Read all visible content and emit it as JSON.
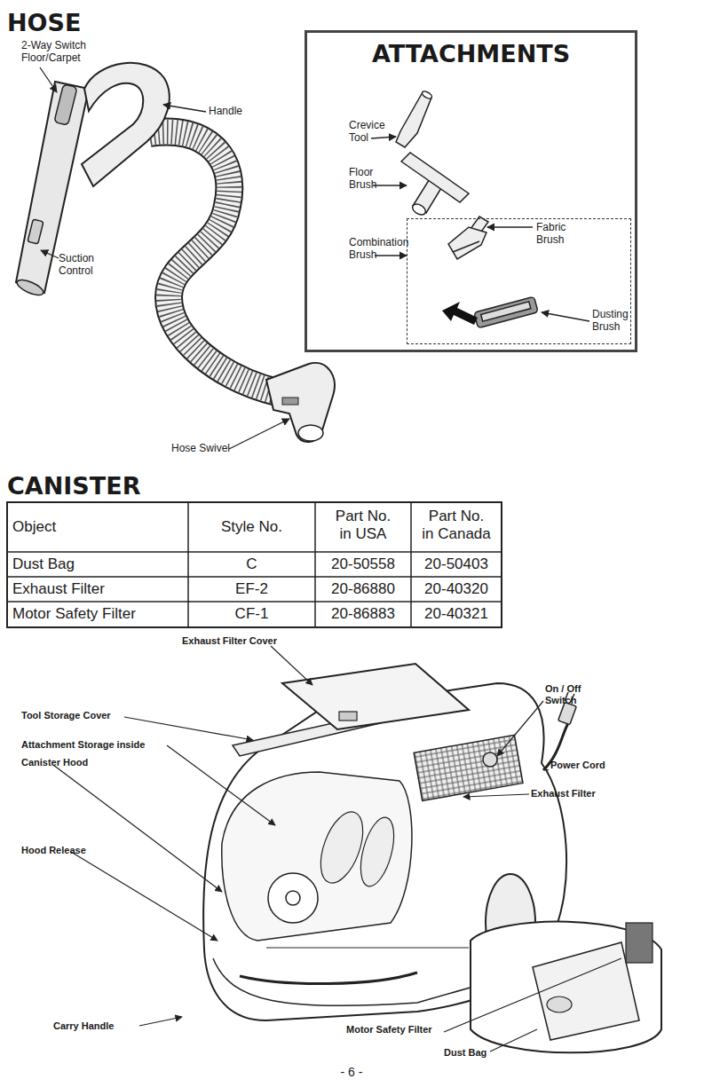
{
  "diagram": {
    "nodes": [
      {
        "text": [
          "ATTACHMENTS",
          "Crevice Tool",
          "Floor Brush",
          "Combination Brush"
        ]
      },
      {
        "text": [
          "Fabric Brush",
          "Dusting Brush"
        ],
        "in": 0
      }
    ],
    "labels": [
      "HOSE",
      "2-Way Switch Floor/Carpet",
      "Handle",
      "Suction Control",
      "Hose Swivel",
      "CANISTER",
      "Object",
      "Style No.",
      "Part No. in USA",
      "Part No. in Canada",
      "Dust Bag",
      "C",
      "20-50558",
      "20-50403",
      "Exhaust Filter",
      "EF-2",
      "20-86880",
      "20-40320",
      "Motor Safety Filter",
      "CF-1",
      "20-86883",
      "20-40321",
      "Exhaust Filter Cover",
      "Tool Storage Cover",
      "On / Off Switch",
      "Attachment Storage inside",
      "Canister Hood",
      "Power Cord",
      "Exhaust Filter",
      "Hood Release",
      "Carry Handle",
      "Motor Safety Filter",
      "Dust Bag",
      "- 6 -"
    ]
  }
}
